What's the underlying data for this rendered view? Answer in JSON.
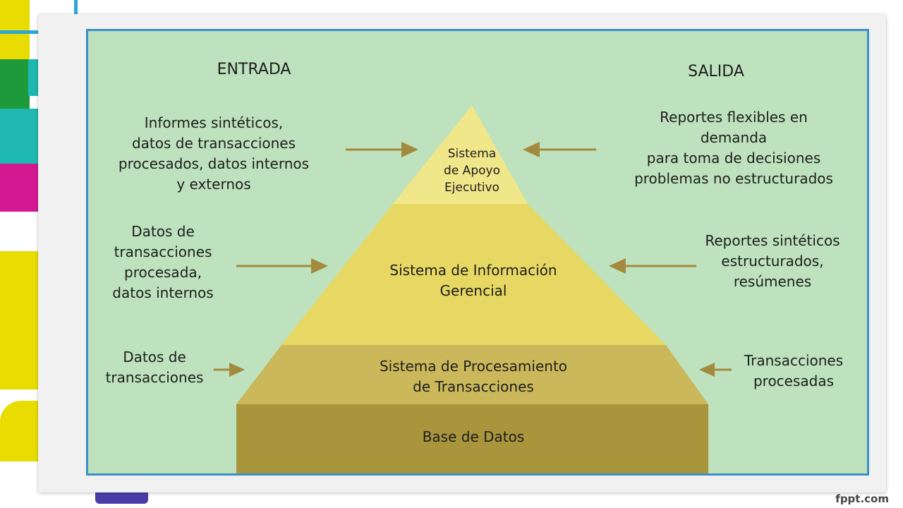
{
  "diagram": {
    "headers": {
      "input": "ENTRADA",
      "output": "SALIDA"
    },
    "levels": [
      {
        "name": "Sistema\nde Apoyo\nEjecutivo",
        "input": "Informes sintéticos,\ndatos de transacciones\nprocesados, datos internos\ny externos",
        "output": "Reportes flexibles en\ndemanda\npara toma de decisiones\nproblemas no estructurados"
      },
      {
        "name": "Sistema de Información\nGerencial",
        "input": "Datos de\ntransacciones\nprocesada,\ndatos internos",
        "output": "Reportes sintéticos\nestructurados,\nresúmenes"
      },
      {
        "name": "Sistema de Procesamiento\nde Transacciones",
        "input": "Datos de\ntransacciones",
        "output": "Transacciones\nprocesadas"
      },
      {
        "name": "Base de Datos"
      }
    ]
  },
  "watermark": "fppt.com",
  "colors": {
    "panel_bg": "#bde2bd",
    "panel_border": "#3a8fc7",
    "level_top": "#f0e68a",
    "level_mid": "#e6d863",
    "level_low": "#cbb85a",
    "level_base": "#a8953c",
    "arrow": "#a38a3e"
  }
}
